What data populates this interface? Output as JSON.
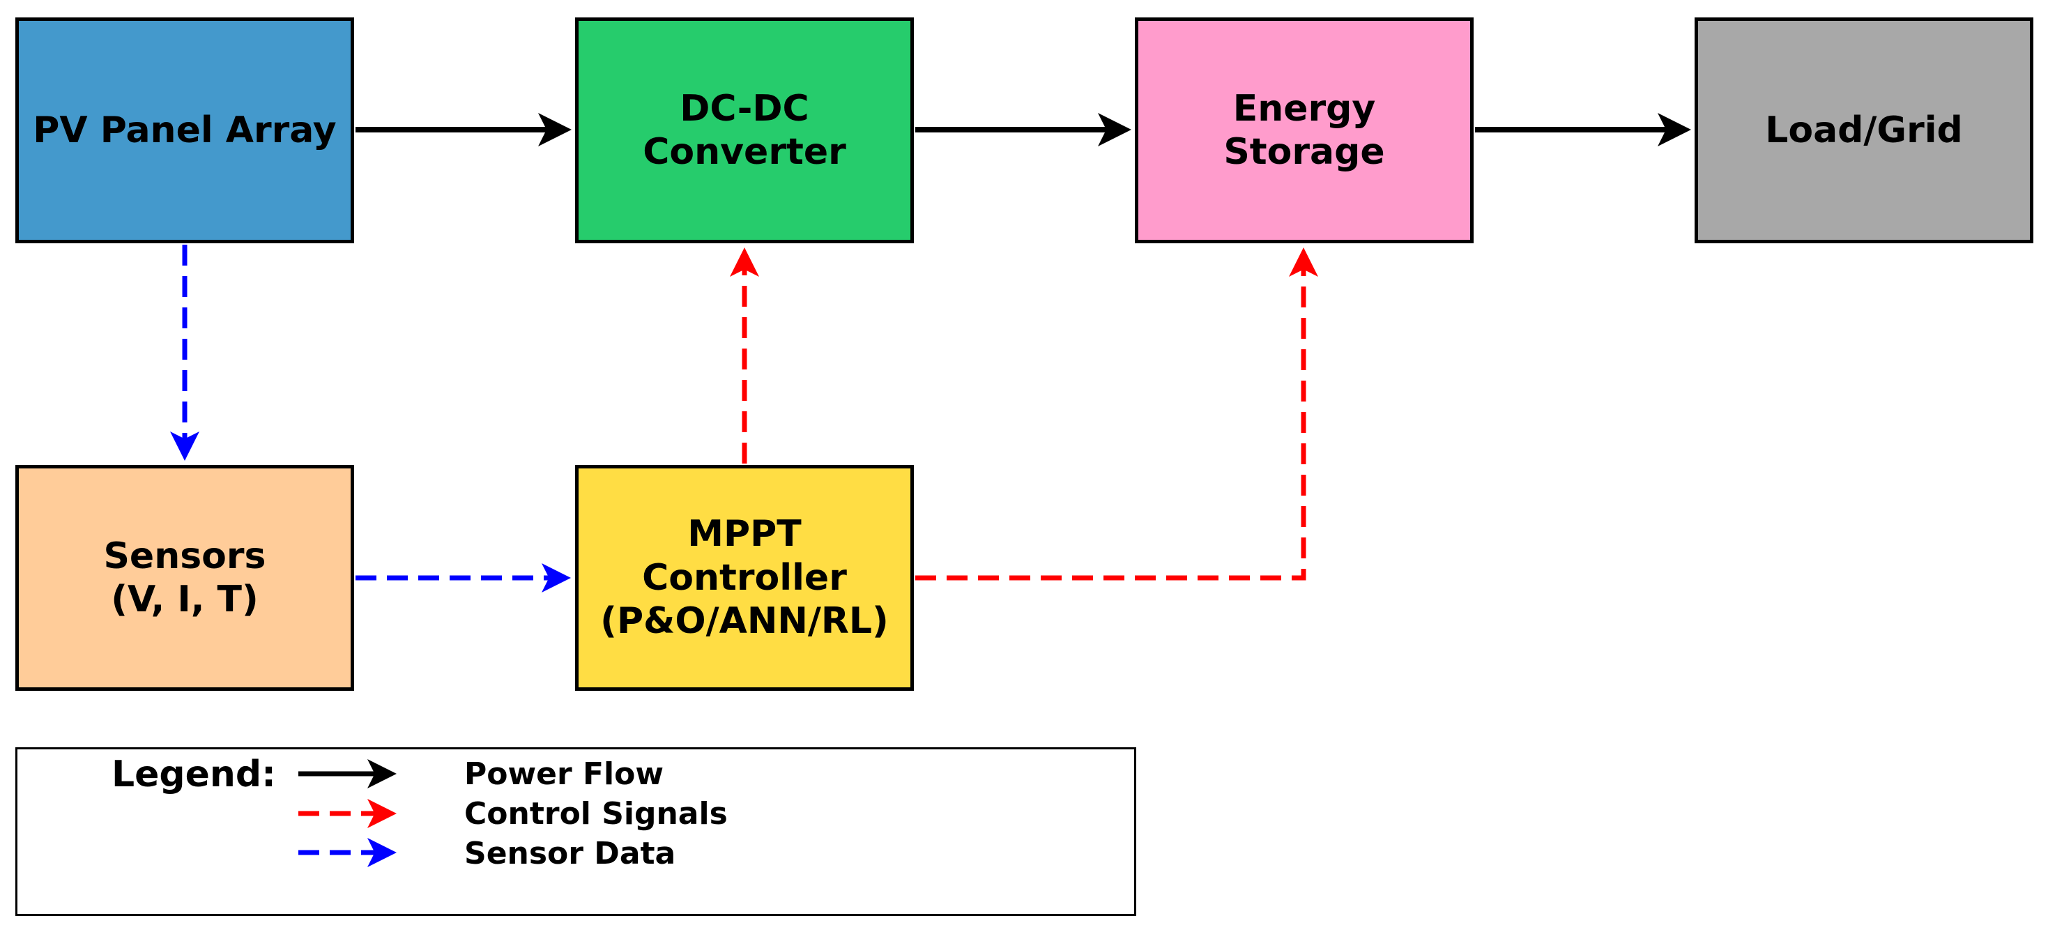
{
  "blocks": {
    "pv_panel_array": {
      "label": "PV Panel Array",
      "color": "#4499cc"
    },
    "dc_dc_converter": {
      "label": "DC-DC\nConverter",
      "color": "#26cc6c"
    },
    "energy_storage": {
      "label": "Energy\nStorage",
      "color": "#ff9ccc"
    },
    "load_grid": {
      "label": "Load/Grid",
      "color": "#a8a8a8"
    },
    "sensors": {
      "label": "Sensors\n(V, I, T)",
      "color": "#ffcc99"
    },
    "mppt_controller": {
      "label": "MPPT\nController\n(P&O/ANN/RL)",
      "color": "#ffdd44"
    }
  },
  "connections": [
    {
      "from": "pv_panel_array",
      "to": "dc_dc_converter",
      "type": "power"
    },
    {
      "from": "dc_dc_converter",
      "to": "energy_storage",
      "type": "power"
    },
    {
      "from": "energy_storage",
      "to": "load_grid",
      "type": "power"
    },
    {
      "from": "pv_panel_array",
      "to": "sensors",
      "type": "sensor"
    },
    {
      "from": "sensors",
      "to": "mppt_controller",
      "type": "sensor"
    },
    {
      "from": "mppt_controller",
      "to": "dc_dc_converter",
      "type": "control"
    },
    {
      "from": "mppt_controller",
      "to": "energy_storage",
      "type": "control"
    }
  ],
  "legend": {
    "title": "Legend:",
    "items": [
      {
        "label": "Power Flow",
        "type": "power",
        "color": "#000000",
        "style": "solid"
      },
      {
        "label": "Control Signals",
        "type": "control",
        "color": "#ff0000",
        "style": "dashed"
      },
      {
        "label": "Sensor Data",
        "type": "sensor",
        "color": "#0000ff",
        "style": "dashed"
      }
    ]
  },
  "colors": {
    "power": "#000000",
    "control": "#ff0000",
    "sensor": "#0000ff"
  }
}
